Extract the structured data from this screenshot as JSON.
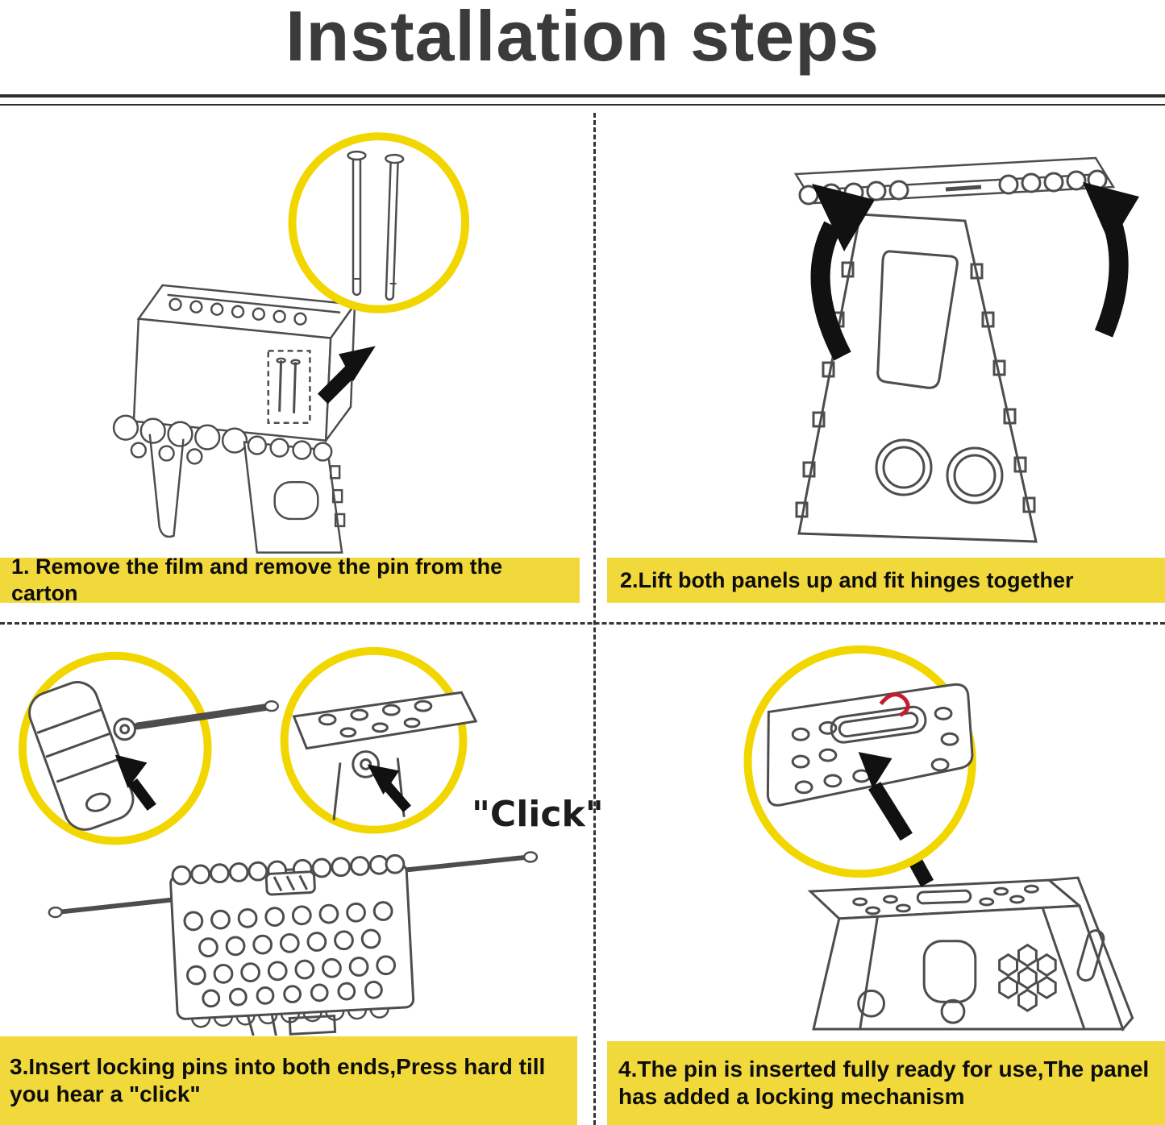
{
  "title": "Installation steps",
  "steps": [
    {
      "num": 1,
      "caption": "1. Remove the film and remove the pin from the carton"
    },
    {
      "num": 2,
      "caption": "2.Lift both panels up and fit hinges together"
    },
    {
      "num": 3,
      "caption": "3.Insert locking pins into both ends,Press hard till you hear a \"click\""
    },
    {
      "num": 4,
      "caption": "4.The pin is inserted fully ready for use,The panel has added a locking mechanism"
    }
  ],
  "annotations": {
    "click": "\"Click\""
  },
  "colors": {
    "caption_background": "#F1D93C",
    "highlight_circle": "#F2D600",
    "title_ink": "#3B3B3B",
    "line_art": "#4D4D4D",
    "arrow": "#111111",
    "lock_red": "#C41E2E",
    "page_background": "#FFFFFF"
  }
}
